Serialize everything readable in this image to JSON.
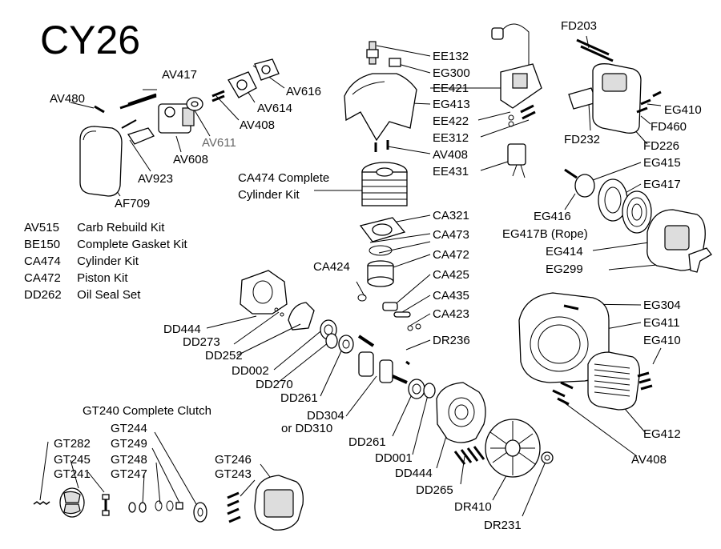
{
  "title": "CY26",
  "legend": [
    {
      "code": "AV515",
      "desc": "Carb Rebuild Kit"
    },
    {
      "code": "BE150",
      "desc": "Complete Gasket Kit"
    },
    {
      "code": "CA474",
      "desc": "Cylinder Kit"
    },
    {
      "code": "CA472",
      "desc": "Piston Kit"
    },
    {
      "code": "DD262",
      "desc": "Oil Seal Set"
    }
  ],
  "labels": {
    "av417": "AV417",
    "av480": "AV480",
    "av616": "AV616",
    "av614": "AV614",
    "av408_top": "AV408",
    "av611": "AV611",
    "av608": "AV608",
    "av923": "AV923",
    "af709": "AF709",
    "ee132": "EE132",
    "eg300": "EG300",
    "ee421": "EE421",
    "eg413": "EG413",
    "ee422": "EE422",
    "ee312": "EE312",
    "av408_mid": "AV408",
    "ee431": "EE431",
    "ca474_line1": "CA474 Complete",
    "ca474_line2": "Cylinder Kit",
    "ca321": "CA321",
    "ca473": "CA473",
    "ca472": "CA472",
    "ca424": "CA424",
    "ca425": "CA425",
    "ca435": "CA435",
    "ca423": "CA423",
    "dr236": "DR236",
    "fd203": "FD203",
    "eg410_top": "EG410",
    "fd460": "FD460",
    "fd232": "FD232",
    "fd226": "FD226",
    "eg415": "EG415",
    "eg417": "EG417",
    "eg416": "EG416",
    "eg417b": "EG417B (Rope)",
    "eg414": "EG414",
    "eg299": "EG299",
    "eg304": "EG304",
    "eg411": "EG411",
    "eg410_bot": "EG410",
    "eg412": "EG412",
    "av408_bot": "AV408",
    "dd444_left": "DD444",
    "dd273": "DD273",
    "dd252": "DD252",
    "dd002": "DD002",
    "dd270": "DD270",
    "dd261_top": "DD261",
    "dd304": "DD304",
    "dd310": "or DD310",
    "dd261_bot": "DD261",
    "dd001": "DD001",
    "dd444_bot": "DD444",
    "dd265": "DD265",
    "dr410": "DR410",
    "dr231": "DR231",
    "gt240": "GT240  Complete Clutch",
    "gt244": "GT244",
    "gt249": "GT249",
    "gt248": "GT248",
    "gt247": "GT247",
    "gt282": "GT282",
    "gt245": "GT245",
    "gt241": "GT241",
    "gt246": "GT246",
    "gt243": "GT243"
  }
}
